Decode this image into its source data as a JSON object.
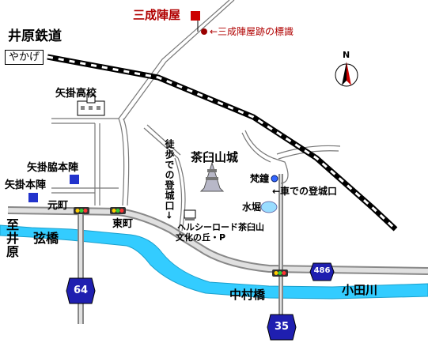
{
  "labels": {
    "station_name": "井原鉄道",
    "station_box": "やかげ",
    "mitsunari_house": "三成陣屋",
    "mitsunari_marker": "←三成陣屋跡の標識",
    "yakage_high": "矢掛高校",
    "yakage_waki": "矢掛脇本陣",
    "yakage_hon": "矢掛本陣",
    "motomachi": "元町",
    "higashimachi": "東町",
    "to_ibara": "至井原",
    "benkyo": "弦橋",
    "walk_route": "徒歩での登城口→",
    "chausuyama": "茶臼山城",
    "bonsho": "梵鐘",
    "car_route": "←車での登城口",
    "mizubori": "水堀",
    "healthy_road": "ヘルシーロード茶臼山",
    "bunka_park": "文化の丘・P",
    "nakamura_bridge": "中村橋",
    "odagawa": "小田川",
    "north": "N"
  },
  "routes": {
    "r64": "64",
    "r35": "35",
    "r486": "486"
  },
  "colors": {
    "river": "#33ccff",
    "road_fill": "#d9d9d9",
    "route_shield": "#1f1fb0",
    "marker_red": "#cc0000",
    "text_red": "#b00000",
    "pond": "#99ddff"
  },
  "icons": [
    "house-marker-icon",
    "school-icon",
    "honjin-icon",
    "waki-honjin-icon",
    "traffic-light-icon",
    "castle-icon",
    "compass-icon",
    "bell-icon",
    "pond-icon",
    "parking-icon"
  ]
}
